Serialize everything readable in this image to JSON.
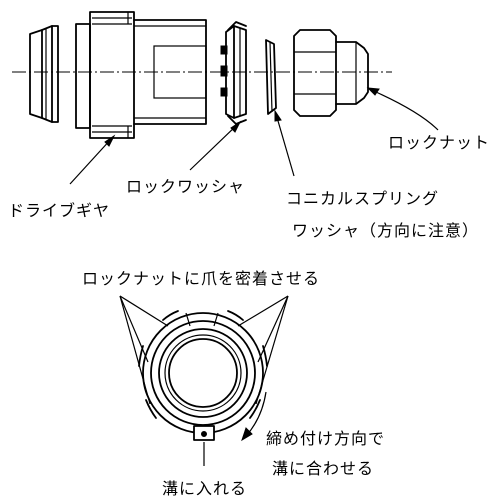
{
  "labels": {
    "lock_nut": "ロックナット",
    "drive_gear": "ドライブギヤ",
    "lock_washer": "ロックワッシャ",
    "conical_spring_line1": "コニカルスプリング",
    "conical_spring_line2": "ワッシャ（方向に注意）",
    "claw_instruction": "ロックナットに爪を密着させる",
    "tighten_line1": "締め付け方向で",
    "tighten_line2": "溝に合わせる",
    "groove_insert": "溝に入れる"
  },
  "colors": {
    "line": "#000000",
    "background": "#ffffff"
  }
}
